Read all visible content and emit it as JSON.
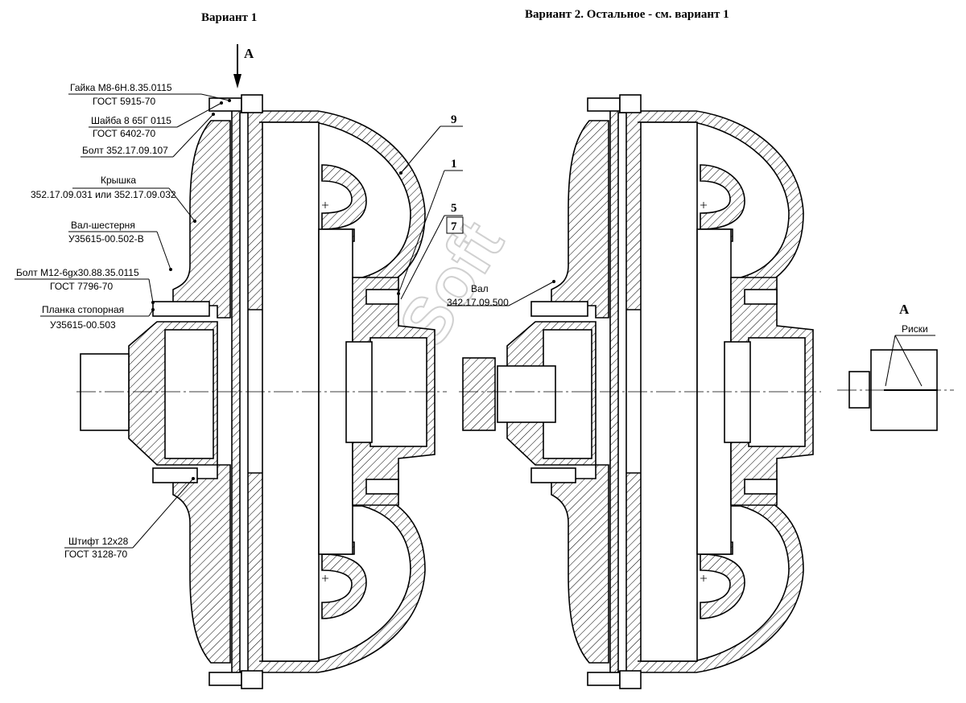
{
  "headings": {
    "variant1": "Вариант 1",
    "variant2": "Вариант 2. Остальное - см. вариант 1"
  },
  "view_letters": {
    "arrow": "А",
    "view": "А"
  },
  "callouts_left": [
    {
      "line1": "Гайка М8-6Н.8.35.0115",
      "line2": "ГОСТ 5915-70"
    },
    {
      "line1": "Шайба 8 65Г 0115",
      "line2": "ГОСТ 6402-70"
    },
    {
      "line1": "Болт  352.17.09.107",
      "line2": ""
    },
    {
      "line1": "Крышка",
      "line2": "352.17.09.031 или 352.17.09.032"
    },
    {
      "line1": "Вал-шестерня",
      "line2": "У35615-00.502-В"
    },
    {
      "line1": "Болт М12-6gx30.88.35.0115",
      "line2": "ГОСТ 7796-70"
    },
    {
      "line1": "Планка стопорная",
      "line2": "У35615-00.503"
    },
    {
      "line1": "Штифт 12х28",
      "line2": "ГОСТ 3128-70"
    }
  ],
  "callout_shaft": {
    "line1": "Вал",
    "line2": "342.17.09.500"
  },
  "position_numbers": [
    "9",
    "1",
    "5",
    "7"
  ],
  "view_a_label": "Риски",
  "watermark": "AutoSoft"
}
